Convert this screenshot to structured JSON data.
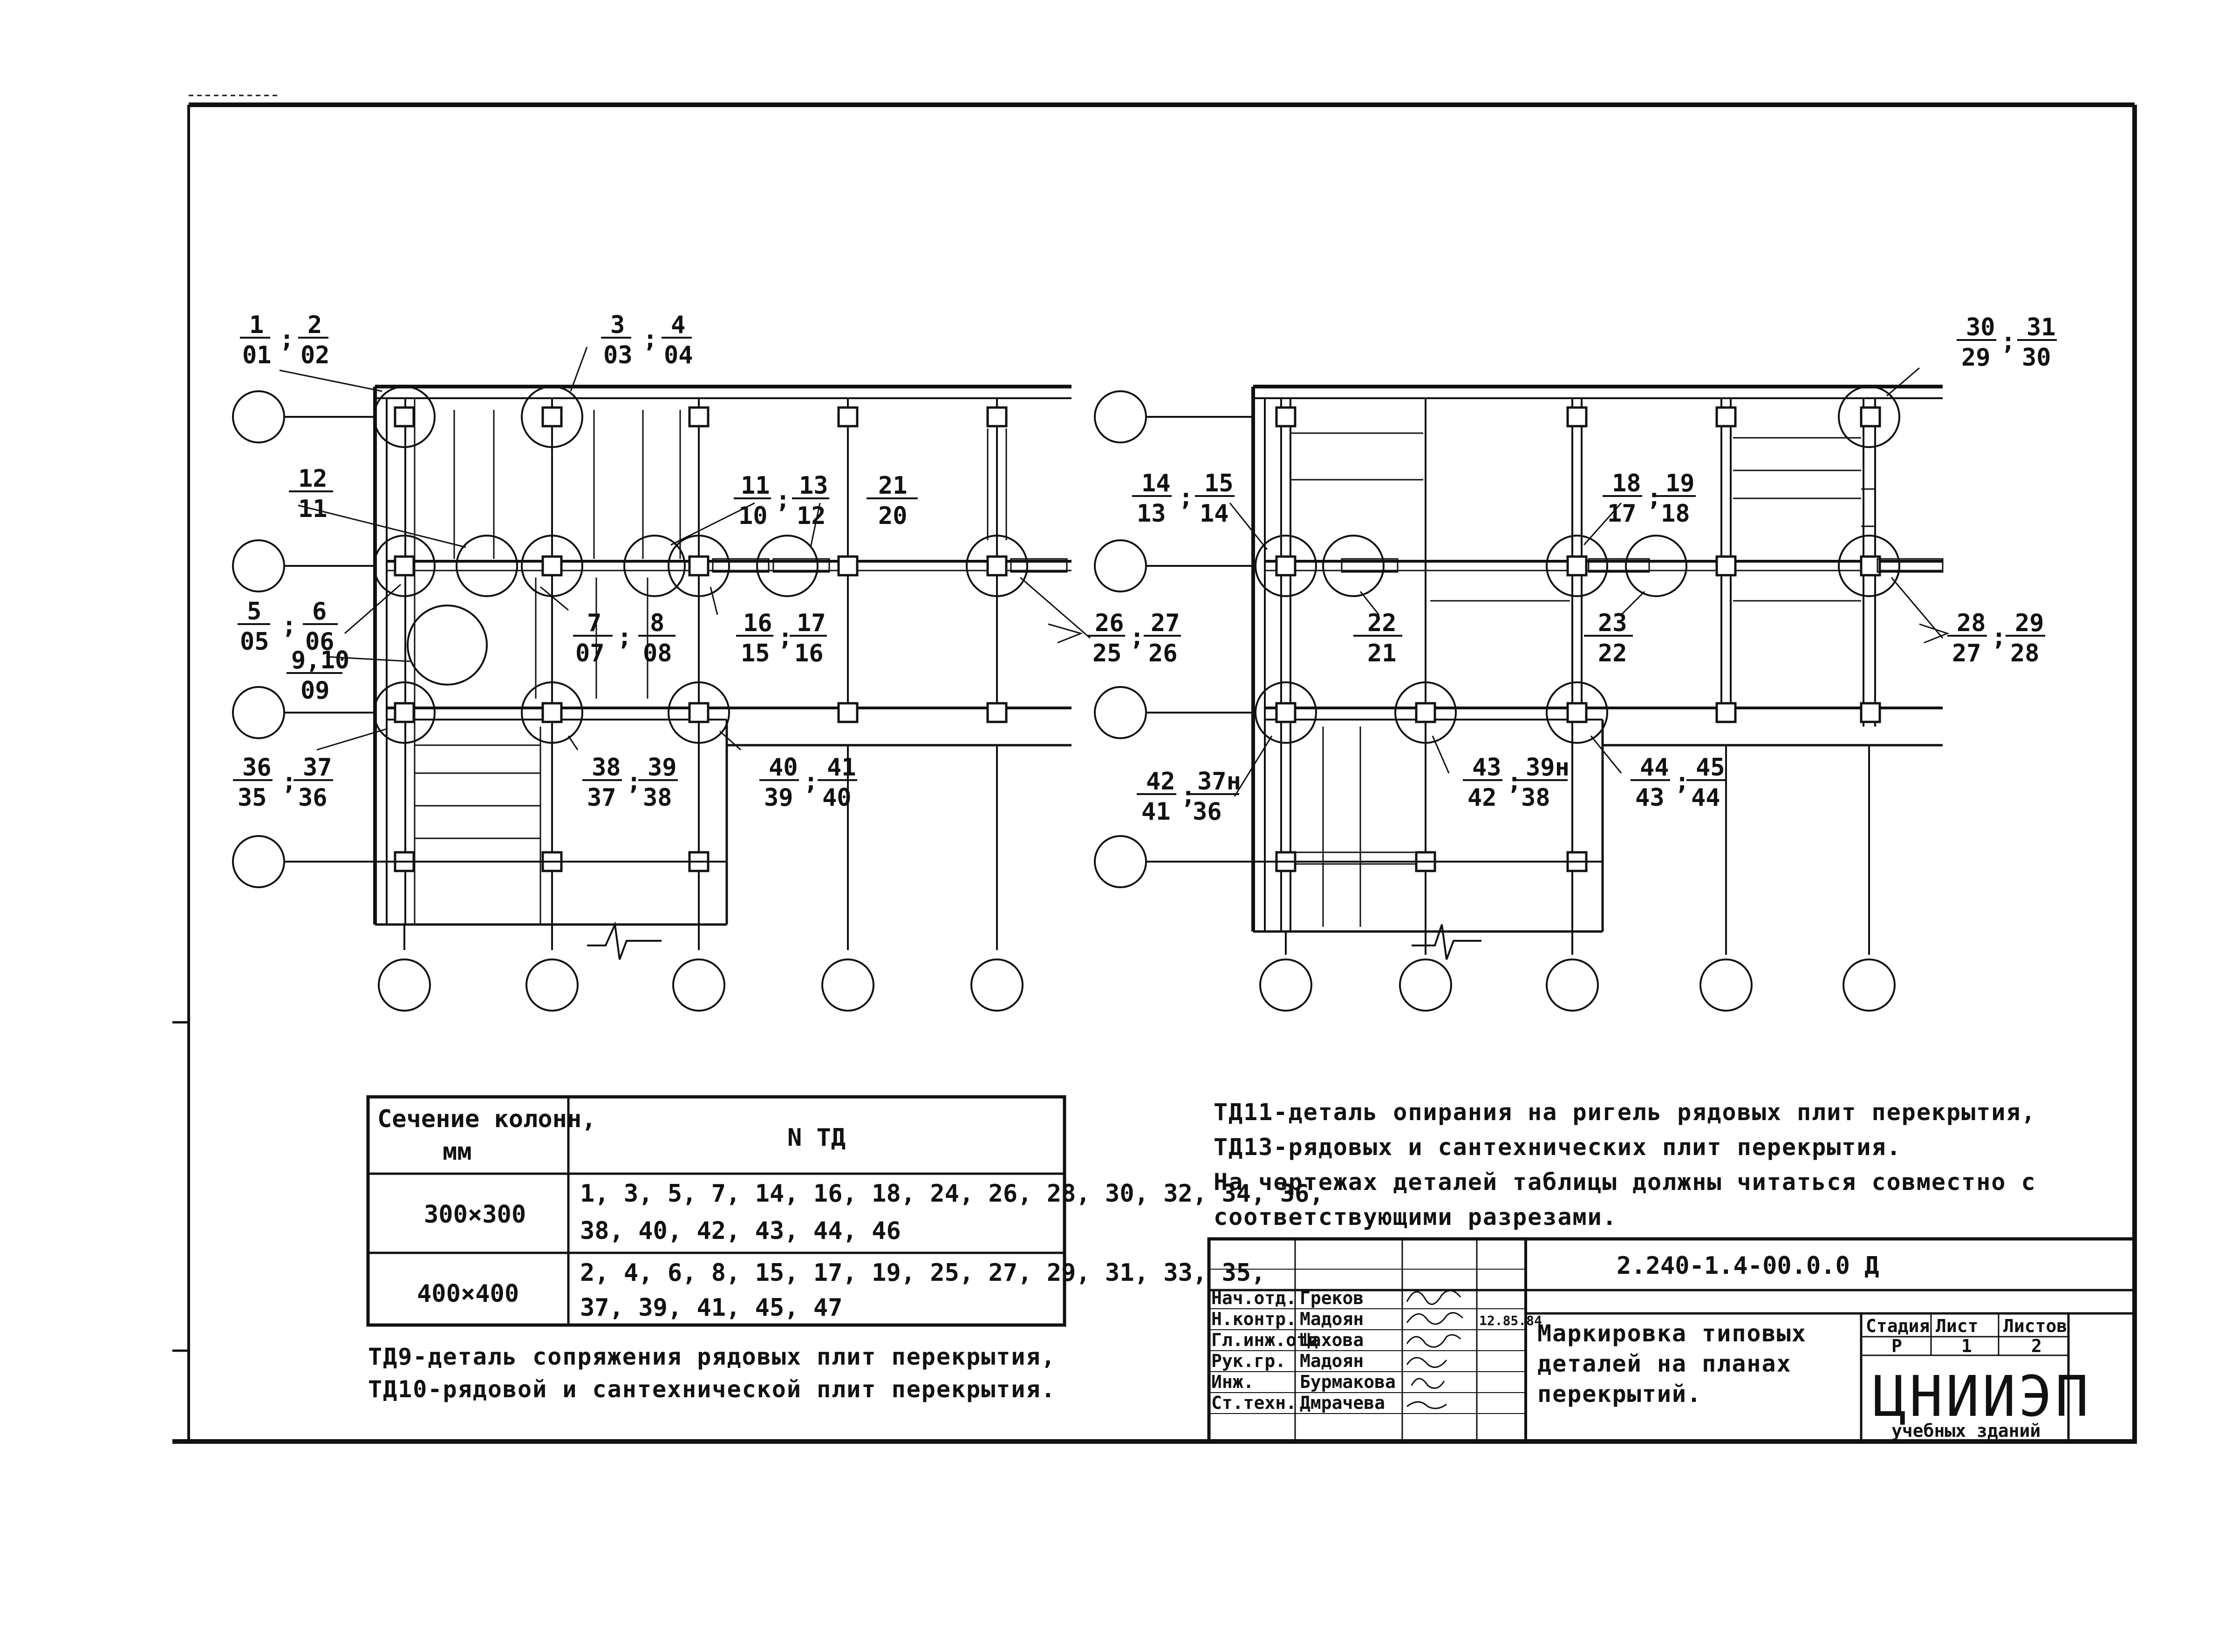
{
  "marks": {
    "a01": [
      "1",
      "01"
    ],
    "a02": [
      "2",
      "02"
    ],
    "a03": [
      "3",
      "03"
    ],
    "a04": [
      "4",
      "04"
    ],
    "a12": [
      "12",
      "11"
    ],
    "a05": [
      "5",
      "05"
    ],
    "a06": [
      "6",
      "06"
    ],
    "a09": [
      "9,10",
      "09"
    ],
    "a11": [
      "11",
      "10"
    ],
    "a13": [
      "13",
      "12"
    ],
    "a21": [
      "21",
      "20"
    ],
    "a07": [
      "7",
      "07"
    ],
    "a08": [
      "8",
      "08"
    ],
    "a16": [
      "16",
      "15"
    ],
    "a17": [
      "17",
      "16"
    ],
    "a26": [
      "26",
      "25"
    ],
    "a27": [
      "27",
      "26"
    ],
    "a36": [
      "36",
      "35"
    ],
    "a37": [
      "37",
      "36"
    ],
    "a38": [
      "38",
      "37"
    ],
    "a39": [
      "39",
      "38"
    ],
    "a40": [
      "40",
      "39"
    ],
    "a41": [
      "41",
      "40"
    ],
    "b14": [
      "14",
      "13"
    ],
    "b15": [
      "15",
      "14"
    ],
    "b18": [
      "18",
      "17"
    ],
    "b19": [
      "19",
      "18"
    ],
    "b30": [
      "30",
      "29"
    ],
    "b31": [
      "31",
      "30"
    ],
    "b22": [
      "22",
      "21"
    ],
    "b23": [
      "23",
      "22"
    ],
    "b28": [
      "28",
      "27"
    ],
    "b29": [
      "29",
      "28"
    ],
    "b42": [
      "42",
      "41"
    ],
    "b37": [
      "37н",
      "36"
    ],
    "b43": [
      "43",
      "42"
    ],
    "b39": [
      "39н",
      "38"
    ],
    "b44": [
      "44",
      "43"
    ],
    "b45": [
      "45",
      "44"
    ]
  },
  "table": {
    "col1_header": [
      "Сечение колонн,",
      "мм"
    ],
    "col2_header": "N ТД",
    "rows": [
      {
        "section": "300×300",
        "lines": [
          "1, 3, 5, 7, 14, 16, 18, 24, 26, 28, 30, 32, 34, 36,",
          "38, 40, 42, 43, 44, 46"
        ]
      },
      {
        "section": "400×400",
        "lines": [
          "2, 4, 6, 8, 15, 17, 19, 25, 27, 29, 31, 33, 35,",
          "37, 39, 41, 45, 47"
        ]
      }
    ]
  },
  "notes": {
    "left": [
      "ТД9-деталь сопряжения рядовых плит перекрытия,",
      "ТД10-рядовой и сантехнической плит перекрытия."
    ],
    "right": [
      "ТД11-деталь опирания на ригель рядовых плит перекрытия,",
      "ТД13-рядовых и сантехнических плит перекрытия.",
      "На чертежах деталей таблицы должны читаться совместно с",
      "соответствующими разрезами."
    ]
  },
  "title_block": {
    "doc_code": "2.240-1.4-00.0.0 Д",
    "title": [
      "Маркировка типовых",
      "деталей на планах",
      "перекрытий."
    ],
    "roles": [
      "Нач.отд.",
      "Н.контр.",
      "Гл.инж.отд",
      "Рук.гр.",
      "Инж.",
      "Ст.техн."
    ],
    "names": [
      "Греков",
      "Мадоян",
      "Шахова",
      "Мадоян",
      "Бурмакова",
      "Дмрачева"
    ],
    "date": "12.85.84",
    "stage_label": "Стадия",
    "sheet_label": "Лист",
    "sheets_label": "Листов",
    "stage": "Р",
    "sheet": "1",
    "sheets": "2",
    "org": "ЦНИИЭП",
    "org_sub": "учебных зданий"
  }
}
